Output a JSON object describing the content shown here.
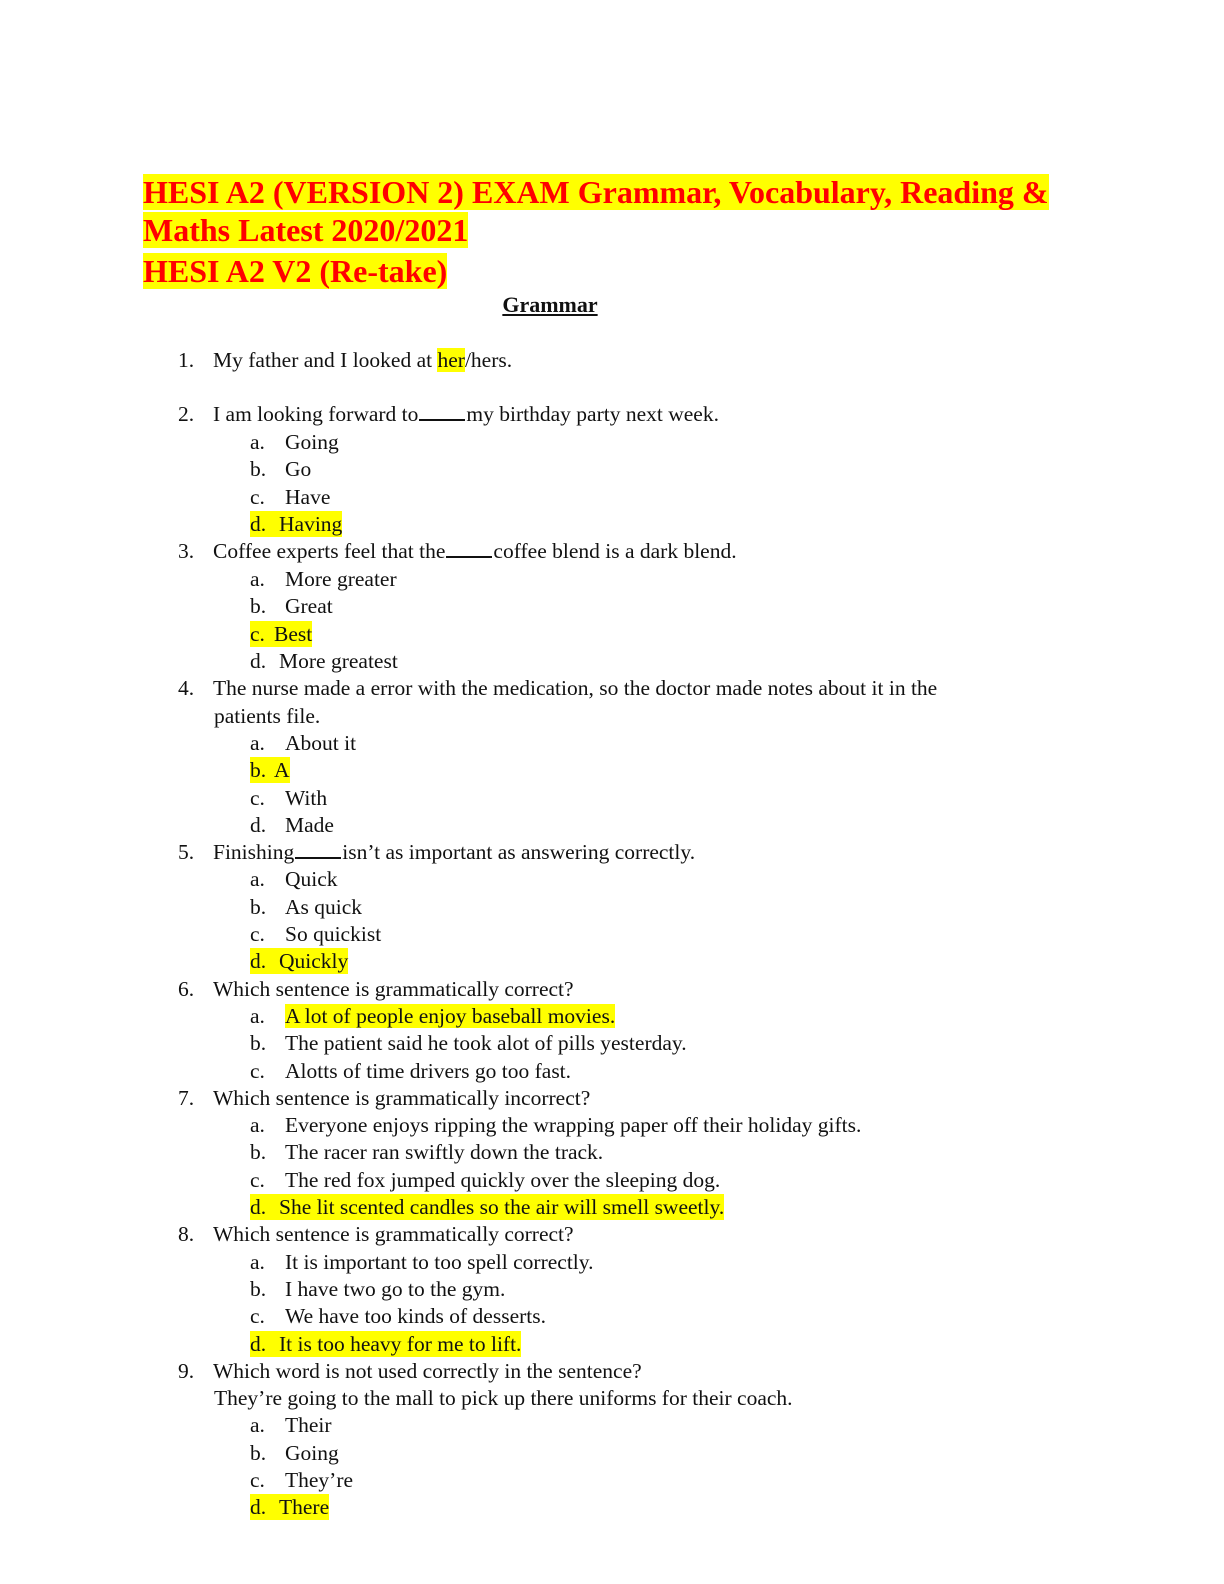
{
  "title": {
    "line1": "HESI A2 (VERSION 2) EXAM Grammar, Vocabulary, Reading &",
    "line2": "Maths Latest 2020/2021",
    "line3": "HESI A2 V2 (Re-take)"
  },
  "section": "Grammar",
  "questions": [
    {
      "num": "1.",
      "text_before": "My father and I looked at ",
      "highlight": "her",
      "text_after": "/hers."
    },
    {
      "num": "2.",
      "text_before": "I am looking forward to",
      "text_after": "my birthday party next week.",
      "options": [
        {
          "letter": "a.",
          "text": "Going"
        },
        {
          "letter": "b.",
          "text": "Go"
        },
        {
          "letter": "c.",
          "text": "Have"
        },
        {
          "letter": "d.",
          "text": "Having"
        }
      ]
    },
    {
      "num": "3.",
      "text_before": "Coffee experts feel that the",
      "text_after": "coffee blend is a dark blend.",
      "options": [
        {
          "letter": "a.",
          "text": "More greater"
        },
        {
          "letter": "b.",
          "text": "Great"
        },
        {
          "letter": "c.",
          "text": "Best"
        },
        {
          "letter": "d.",
          "text": "More greatest"
        }
      ]
    },
    {
      "num": "4.",
      "text": "The nurse made a error with the medication, so the doctor made notes about it in the",
      "text_cont": "patients file.",
      "options": [
        {
          "letter": "a.",
          "text": "About it"
        },
        {
          "letter": "b.",
          "text": "A"
        },
        {
          "letter": "c.",
          "text": "With"
        },
        {
          "letter": "d.",
          "text": "Made"
        }
      ]
    },
    {
      "num": "5.",
      "text_before": "Finishing",
      "text_after": "isn’t as important as answering correctly.",
      "options": [
        {
          "letter": "a.",
          "text": "Quick"
        },
        {
          "letter": "b.",
          "text": "As quick"
        },
        {
          "letter": "c.",
          "text": "So quickist"
        },
        {
          "letter": "d.",
          "text": "Quickly"
        }
      ]
    },
    {
      "num": "6.",
      "text": "Which sentence is grammatically correct?",
      "options": [
        {
          "letter": "a.",
          "text": "A lot of people enjoy baseball movies."
        },
        {
          "letter": "b.",
          "text": "The patient said he took alot of pills yesterday."
        },
        {
          "letter": "c.",
          "text": "Alotts of time drivers go too fast."
        }
      ]
    },
    {
      "num": "7.",
      "text": "Which sentence is grammatically incorrect?",
      "options": [
        {
          "letter": "a.",
          "text": "Everyone enjoys ripping the wrapping paper off their holiday gifts."
        },
        {
          "letter": "b.",
          "text": "The racer ran swiftly down the track."
        },
        {
          "letter": "c.",
          "text": "The red fox jumped quickly over the sleeping dog."
        },
        {
          "letter": "d.",
          "text": "She lit scented candles so the air will smell sweetly."
        }
      ]
    },
    {
      "num": "8.",
      "text": "Which sentence is grammatically correct?",
      "options": [
        {
          "letter": "a.",
          "text": "It is important to too spell correctly."
        },
        {
          "letter": "b.",
          "text": "I have two go to the gym."
        },
        {
          "letter": "c.",
          "text": "We have too kinds of desserts."
        },
        {
          "letter": "d.",
          "text": "It is too heavy for me to lift."
        }
      ]
    },
    {
      "num": "9.",
      "text": "Which word is not used correctly in the sentence?",
      "text_cont": "They’re going to the mall to pick up there uniforms for their coach.",
      "options": [
        {
          "letter": "a.",
          "text": "Their"
        },
        {
          "letter": "b.",
          "text": "Going"
        },
        {
          "letter": "c.",
          "text": "They’re"
        },
        {
          "letter": "d.",
          "text": "There"
        }
      ]
    }
  ]
}
